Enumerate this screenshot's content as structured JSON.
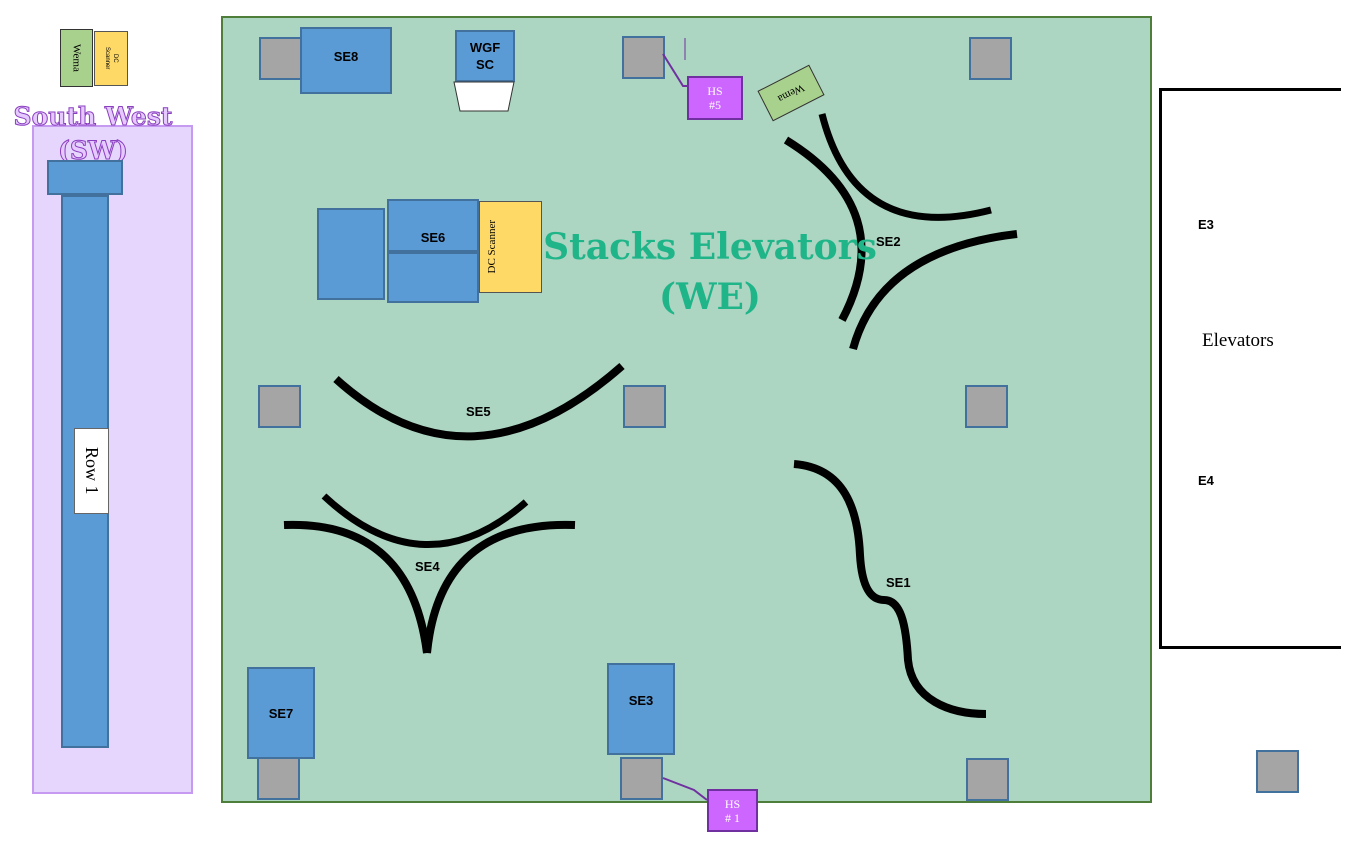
{
  "zones": {
    "main_title": "Stacks Elevators",
    "main_title_sub": "(WE)",
    "southwest_title": "South West",
    "southwest_title_sub": "(SW)",
    "elevators_label": "Elevators"
  },
  "stations": {
    "se1": "SE1",
    "se2": "SE2",
    "se3": "SE3",
    "se4": "SE4",
    "se5": "SE5",
    "se6": "SE6",
    "se7": "SE7",
    "se8": "SE8",
    "wgf_line1": "WGF",
    "wgf_line2": "SC"
  },
  "scanners": {
    "dc_scanner_main": "DC Scanner",
    "dc_scanner_small_line1": "DC",
    "dc_scanner_small_line2": "Scanner"
  },
  "handstations": {
    "hs5_line1": "HS",
    "hs5_line2": "#5",
    "hs1_line1": "HS",
    "hs1_line2": "# 1"
  },
  "wema": {
    "top_left": "Wema",
    "top_right": "Wema"
  },
  "rows": {
    "row1": "Row 1"
  },
  "elevators": {
    "e3": "E3",
    "e4": "E4"
  },
  "colors": {
    "floor": "#acd5c2",
    "floor_border": "#4f7d3a",
    "station_blue": "#5b9bd5",
    "pillar_gray": "#a5a5a5",
    "scanner_yellow": "#ffd966",
    "handstation_purple": "#cc66ff",
    "southwest_zone": "#e6d5fd",
    "title_green": "#1fb589"
  }
}
